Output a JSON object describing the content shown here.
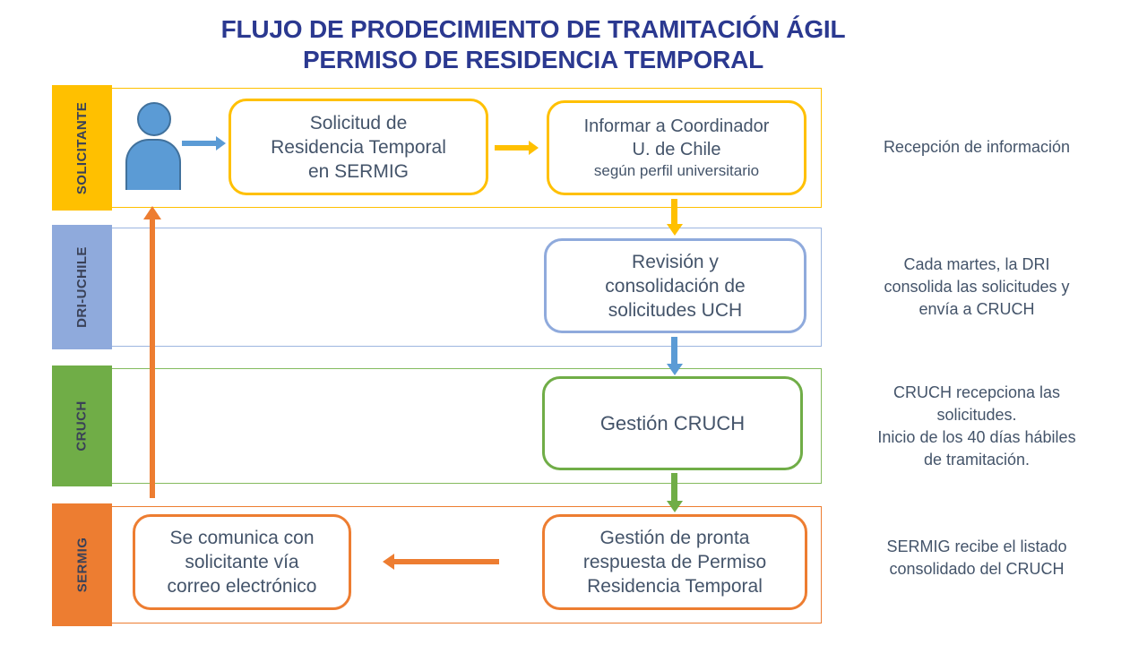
{
  "title": {
    "line1": "FLUJO DE PRODECIMIENTO DE TRAMITACIÓN ÁGIL",
    "line2": "PERMISO DE RESIDENCIA TEMPORAL"
  },
  "lanes": [
    {
      "id": "solicitante",
      "label": "SOLICITANTE",
      "color": "#FFC000",
      "annotation": "Recepción de información"
    },
    {
      "id": "dri-uchile",
      "label": "DRI-UCHILE",
      "color": "#8FAADC",
      "annotation": "Cada martes, la DRI\nconsolida las solicitudes y\nenvía a CRUCH"
    },
    {
      "id": "cruch",
      "label": "CRUCH",
      "color": "#70AD47",
      "annotation": "CRUCH recepciona las\nsolicitudes.\nInicio de los 40 días hábiles\nde tramitación."
    },
    {
      "id": "sermig",
      "label": "SERMIG",
      "color": "#ED7D31",
      "annotation": "SERMIG recibe el listado\nconsolidado del CRUCH"
    }
  ],
  "boxes": {
    "solicitud": {
      "text": "Solicitud de\nResidencia Temporal\nen SERMIG",
      "border": "#FFC000"
    },
    "informar": {
      "title": "Informar a Coordinador\nU. de Chile",
      "subtitle": "según perfil universitario",
      "border": "#FFC000"
    },
    "revision": {
      "text": "Revisión y\nconsolidación de\nsolicitudes UCH",
      "border": "#8FAADC"
    },
    "gestion_cruch": {
      "text": "Gestión CRUCH",
      "border": "#70AD47"
    },
    "comunica": {
      "text": "Se comunica con\nsolicitante vía\ncorreo electrónico",
      "border": "#ED7D31"
    },
    "pronta": {
      "text": "Gestión de pronta\nrespuesta de Permiso\nResidencia Temporal",
      "border": "#ED7D31"
    }
  },
  "flow": {
    "arrows": [
      {
        "from": "person-icon",
        "to": "solicitud",
        "color": "#5B9BD5",
        "direction": "right"
      },
      {
        "from": "solicitud",
        "to": "informar",
        "color": "#FFC000",
        "direction": "right"
      },
      {
        "from": "informar",
        "to": "revision",
        "color": "#FFC000",
        "direction": "down"
      },
      {
        "from": "revision",
        "to": "gestion_cruch",
        "color": "#5B9BD5",
        "direction": "down"
      },
      {
        "from": "gestion_cruch",
        "to": "pronta",
        "color": "#70AD47",
        "direction": "down"
      },
      {
        "from": "pronta",
        "to": "comunica",
        "color": "#ED7D31",
        "direction": "left"
      },
      {
        "from": "sermig-lane",
        "to": "solicitante-lane",
        "color": "#ED7D31",
        "direction": "up"
      }
    ]
  },
  "icons": {
    "person": "css-person-silhouette",
    "person_color": "#5B9BD5"
  },
  "colors": {
    "title_text": "#2B3990",
    "body_text": "#44546A",
    "gold": "#FFC000",
    "periwinkle": "#8FAADC",
    "green": "#70AD47",
    "orange": "#ED7D31",
    "blue": "#5B9BD5"
  }
}
